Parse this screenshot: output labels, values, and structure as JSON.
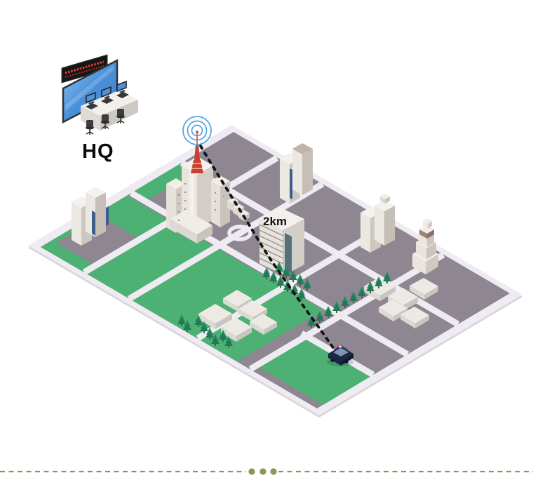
{
  "diagram": {
    "hq_label": "HQ",
    "distance_label": "2km",
    "description_icons": [
      "hq-console",
      "led-ticker",
      "wall-screen",
      "workstation-monitors",
      "operator-chairs",
      "radio-tower",
      "radio-waves",
      "city-map",
      "roundabout",
      "pine-tree",
      "police-car",
      "signal-path"
    ]
  },
  "separator": {
    "dot_count": 3
  },
  "colors": {
    "background": "#ffffff",
    "city_block": "#8e8791",
    "road": "#eeebf2",
    "grass": "#4cb172",
    "tree_dark": "#1f7a55",
    "tree_light": "#2b8a66",
    "building_light": "#ebe7e1",
    "building_mid": "#dcd7d0",
    "building_dark": "#cdc7bf",
    "signal_dash": "#141414",
    "wave_blue": "#4fa3e0",
    "antenna_red": "#c8402f",
    "screen_blue": "#4a90d9",
    "police_car_navy": "#1b2742",
    "separator_olive": "#8a9758"
  }
}
